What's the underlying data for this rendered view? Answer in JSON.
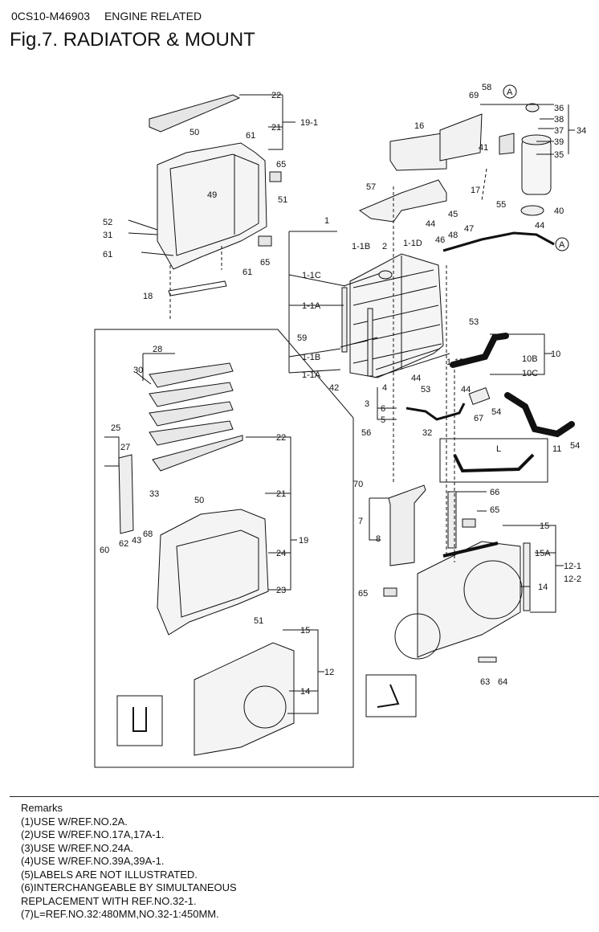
{
  "header": {
    "code": "0CS10-M46903",
    "category": "ENGINE RELATED",
    "title": "Fig.7.  RADIATOR & MOUNT"
  },
  "callouts": {
    "c22a": "22",
    "c21a": "21",
    "c19_1": "19-1",
    "c50a": "50",
    "c61a": "61",
    "c65a": "65",
    "c51a": "51",
    "c49": "49",
    "c52": "52",
    "c31": "31",
    "c61b": "61",
    "c61c": "61",
    "c65b": "65",
    "c18": "18",
    "c58": "58",
    "c69": "69",
    "c16": "16",
    "c41": "41",
    "c36": "36",
    "c38": "38",
    "c37": "37",
    "c39": "39",
    "c35": "35",
    "c34": "34",
    "c57": "57",
    "c17": "17",
    "c55": "55",
    "c40": "40",
    "c44a": "44",
    "c45": "45",
    "c47": "47",
    "c46": "46",
    "c48": "48",
    "c44b": "44",
    "c1": "1",
    "c1_1B_a": "1-1B",
    "c2": "2",
    "c1_1D": "1-1D",
    "c1_1C": "1-1C",
    "c1_1A_a": "1-1A",
    "c59": "59",
    "c1_1B_b": "1-1B",
    "c1_1A_b": "1-1A",
    "c53a": "53",
    "c10B": "10B",
    "c10": "10",
    "c10C": "10C",
    "c1_1B_c": "1-1B",
    "c53b": "53",
    "c54a": "54",
    "c42": "42",
    "c44c": "44",
    "c4": "4",
    "c44d": "44",
    "c67": "67",
    "c3": "3",
    "c6": "6",
    "c5": "5",
    "c56": "56",
    "c32": "32",
    "c11": "11",
    "c54b": "54",
    "cL": "L",
    "c28": "28",
    "c30": "30",
    "c22b": "22",
    "c25": "25",
    "c27": "27",
    "c33": "33",
    "c50b": "50",
    "c21b": "21",
    "c19": "19",
    "c24": "24",
    "c60": "60",
    "c62": "62",
    "c43": "43",
    "c68": "68",
    "c23": "23",
    "c51b": "51",
    "c15a": "15",
    "c12": "12",
    "c14a": "14",
    "c70": "70",
    "c66": "66",
    "c7": "7",
    "c65c": "65",
    "c8": "8",
    "c15b": "15",
    "c15A": "15A",
    "c12_1": "12-1",
    "c12_2": "12-2",
    "c65d": "65",
    "c14b": "14",
    "c63": "63",
    "c64": "64",
    "cA1": "A",
    "cA2": "A"
  },
  "remarks": {
    "title": "Remarks",
    "lines": [
      "(1)USE W/REF.NO.2A.",
      "(2)USE W/REF.NO.17A,17A-1.",
      "(3)USE W/REF.NO.24A.",
      "(4)USE W/REF.NO.39A,39A-1.",
      "(5)LABELS ARE NOT ILLUSTRATED.",
      "(6)INTERCHANGEABLE BY SIMULTANEOUS",
      "REPLACEMENT WITH REF.NO.32-1.",
      "(7)L=REF.NO.32:480MM,NO.32-1:450MM."
    ]
  }
}
